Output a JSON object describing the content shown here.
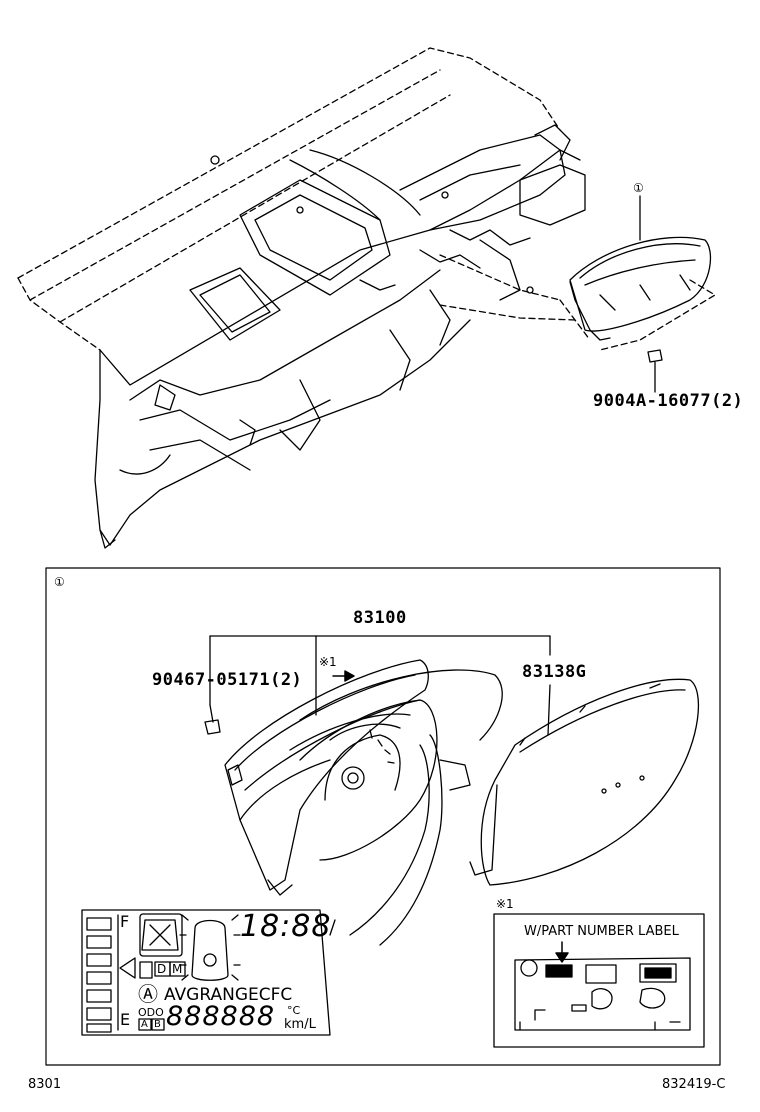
{
  "callouts": {
    "ref_marker": "①",
    "screw_part": "9004A-16077(2)",
    "meter_assembly_part": "83100",
    "small_screw_part": "90467-05171(2)",
    "glass_part": "83138G",
    "note_marker": "※1",
    "note_box_marker": "※1",
    "note_box_title": "W/PART NUMBER LABEL"
  },
  "lcd_display": {
    "fuel_full": "F",
    "fuel_empty": "E",
    "clock": "18:88",
    "gear_d": "D",
    "gear_m": "M",
    "eco_mode": "Ⓐ",
    "trip_modes": "AVGRANGECFC",
    "odo": "ODO",
    "trip_a": "A",
    "trip_b": "B",
    "digits": "888888",
    "temp_unit": "°C",
    "speed_unit": "km/L"
  },
  "footer": {
    "left_code": "8301",
    "right_code": "832419-C"
  }
}
